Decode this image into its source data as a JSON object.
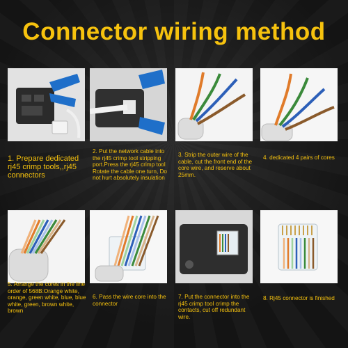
{
  "title": "Connector wiring method",
  "colors": {
    "accent": "#f6c20e",
    "background": "#161616",
    "tool_blue": "#1f6fc9"
  },
  "steps": [
    {
      "text": "1. Prepare dedicated rj45 crimp tools,,rj45 connectors"
    },
    {
      "text": "2. Put the network cable into the rj45 crimp tool stripping port.Press the rj45 crimp tool Rotate the cable one turn, Do not hurt absolutely insulation"
    },
    {
      "text": "3. Strip the outer wire of the cable, cut the front end of the core wire, and reserve about 25mm."
    },
    {
      "text": "4. dedicated 4 pairs of cores"
    },
    {
      "text": "5. Arrange the cores in the line order of 568B:Orange white, orange, green white, blue, blue white, green, brown white, brown"
    },
    {
      "text": "6. Pass the wire core into the connector"
    },
    {
      "text": "7. Put the connector into the rj45 crimp tool crimp the contacts, cut off redundant wire."
    },
    {
      "text": "8. Rj45 connector is finished"
    }
  ]
}
